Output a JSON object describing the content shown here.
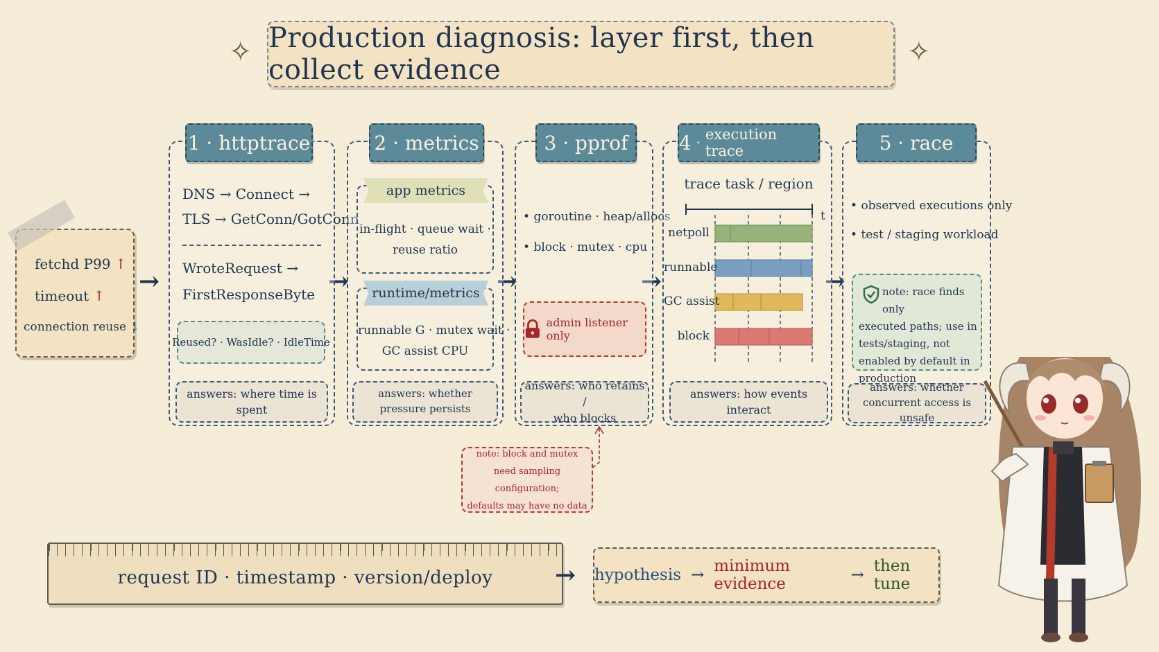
{
  "title": "Production diagnosis: layer first, then collect evidence",
  "symptoms": {
    "line1": "fetchd P99",
    "line2": "timeout",
    "line3": "connection reuse"
  },
  "columns": [
    {
      "num": "1",
      "name": "httptrace",
      "lines": [
        "DNS → Connect →",
        "TLS → GetConn/GotConn",
        "WroteRequest →",
        "FirstResponseByte"
      ],
      "subbox": "Reused? · WasIdle? · IdleTime",
      "answer": "answers: where time is spent"
    },
    {
      "num": "2",
      "name": "metrics",
      "app_label": "app metrics",
      "app_lines": [
        "in-flight · queue wait ·",
        "reuse ratio"
      ],
      "runtime_label": "runtime/metrics",
      "runtime_lines": [
        "runnable G · mutex wait ·",
        "GC assist CPU"
      ],
      "answer": "answers: whether pressure persists"
    },
    {
      "num": "3",
      "name": "pprof",
      "bullets": [
        "goroutine · heap/allocs",
        "block · mutex · cpu"
      ],
      "warning": "admin listener only",
      "answer_line1": "answers: who retains /",
      "answer_line2": "who blocks"
    },
    {
      "num": "4",
      "name": "execution trace",
      "chart_title": "trace task / region",
      "axis_label": "t",
      "rows": [
        "netpoll",
        "runnable",
        "GC assist",
        "block"
      ],
      "answer": "answers: how events interact"
    },
    {
      "num": "5",
      "name": "race",
      "bullets": [
        "observed executions only",
        "test / staging workload"
      ],
      "note_lines": [
        "note: race finds only",
        "executed paths; use in",
        "tests/staging, not",
        "enabled by default in",
        "production"
      ],
      "answer_line1": "answers: whether",
      "answer_line2": "concurrent access is unsafe"
    }
  ],
  "sampling_note": [
    "note: block and mutex",
    "need sampling configuration;",
    "defaults may have no data"
  ],
  "ruler_text": "request ID · timestamp · version/deploy",
  "flow": {
    "hypothesis": "hypothesis",
    "arrow": "→",
    "evidence": "minimum evidence",
    "tune": "then tune"
  },
  "colors": {
    "header": "#5d8a98",
    "ink": "#1f3552",
    "alert_red": "#a4262c",
    "netpoll": "#98b37a",
    "runnable": "#7a9fc2",
    "gc_assist": "#dfb95a",
    "block": "#db7a72"
  }
}
